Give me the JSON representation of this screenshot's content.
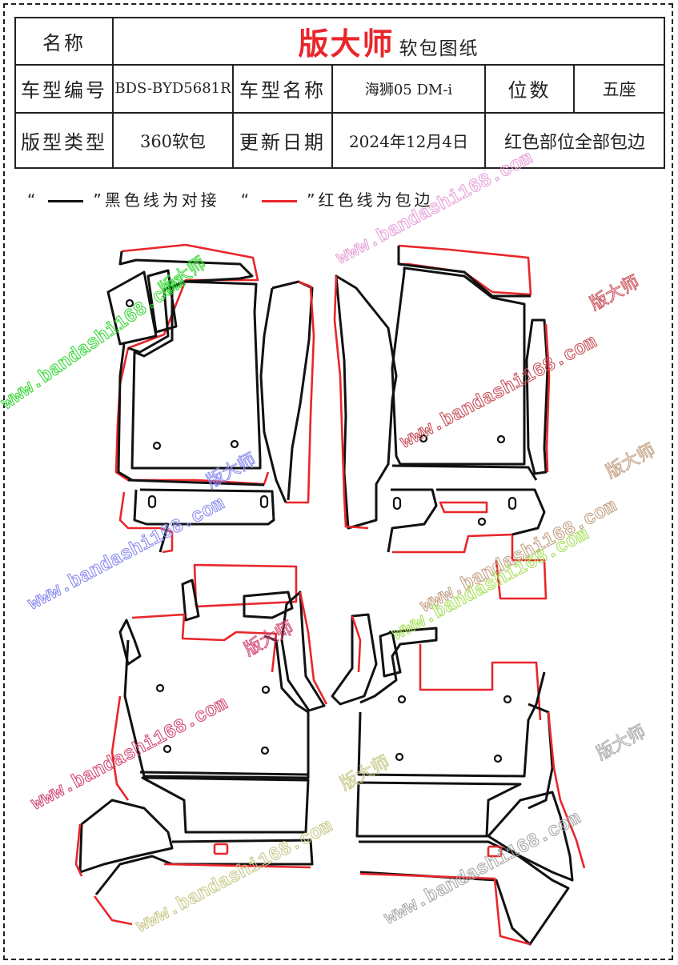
{
  "header": {
    "name_label": "名称",
    "brand": "版大师",
    "brand_subtitle": "软包图纸",
    "model_code_label": "车型编号",
    "model_code": "BDS-BYD5681R",
    "model_name_label": "车型名称",
    "model_name": "海狮05 DM-i",
    "seats_label": "位数",
    "seats": "五座",
    "pattern_type_label": "版型类型",
    "pattern_type": "360软包",
    "update_date_label": "更新日期",
    "update_date": "2024年12月4日",
    "red_note": "红色部位全部包边"
  },
  "legend": {
    "black_open": "“",
    "black_close": "”黑色线为对接",
    "red_open": "“",
    "red_close": "”红色线为包边",
    "black_color": "#111111",
    "red_color": "#e8262b"
  },
  "watermark": {
    "url": "www.bandashi168.com",
    "brand": "版大师"
  },
  "colors": {
    "black_line": "#111111",
    "red_line": "#e8262b",
    "brand": "#e8262b"
  }
}
